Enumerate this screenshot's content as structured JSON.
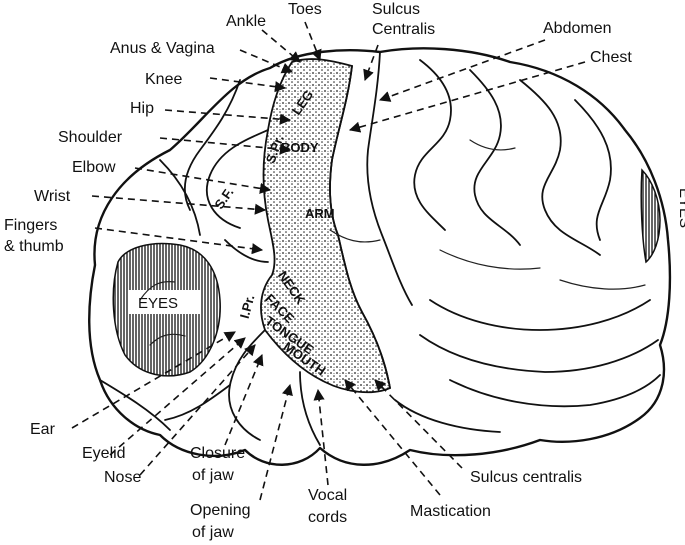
{
  "labels": {
    "toes": "Toes",
    "ankle": "Ankle",
    "sulcus_centralis_top_1": "Sulcus",
    "sulcus_centralis_top_2": "Centralis",
    "abdomen": "Abdomen",
    "chest": "Chest",
    "anus_vagina": "Anus & Vagina",
    "knee": "Knee",
    "hip": "Hip",
    "shoulder": "Shoulder",
    "elbow": "Elbow",
    "wrist": "Wrist",
    "fingers_1": "Fingers",
    "fingers_2": "& thumb",
    "ear": "Ear",
    "eyelid": "Eyelid",
    "nose": "Nose",
    "closure_1": "Closure",
    "closure_2": "of jaw",
    "opening_1": "Opening",
    "opening_2": "of jaw",
    "vocal_1": "Vocal",
    "vocal_2": "cords",
    "mastication": "Mastication",
    "sulcus_centralis_bottom": "Sulcus centralis"
  },
  "regions": {
    "leg": "LEG",
    "s_pr": "S.Pr.",
    "body": "BODY",
    "s_f": "S.F.",
    "arm": "ARM",
    "i_pr": "I.Pr.",
    "neck": "NECK",
    "face": "FACE",
    "tongue": "TONGUE",
    "mouth": "MOUTH",
    "eyes_front": "EYES",
    "eyes_back": "EYES"
  }
}
